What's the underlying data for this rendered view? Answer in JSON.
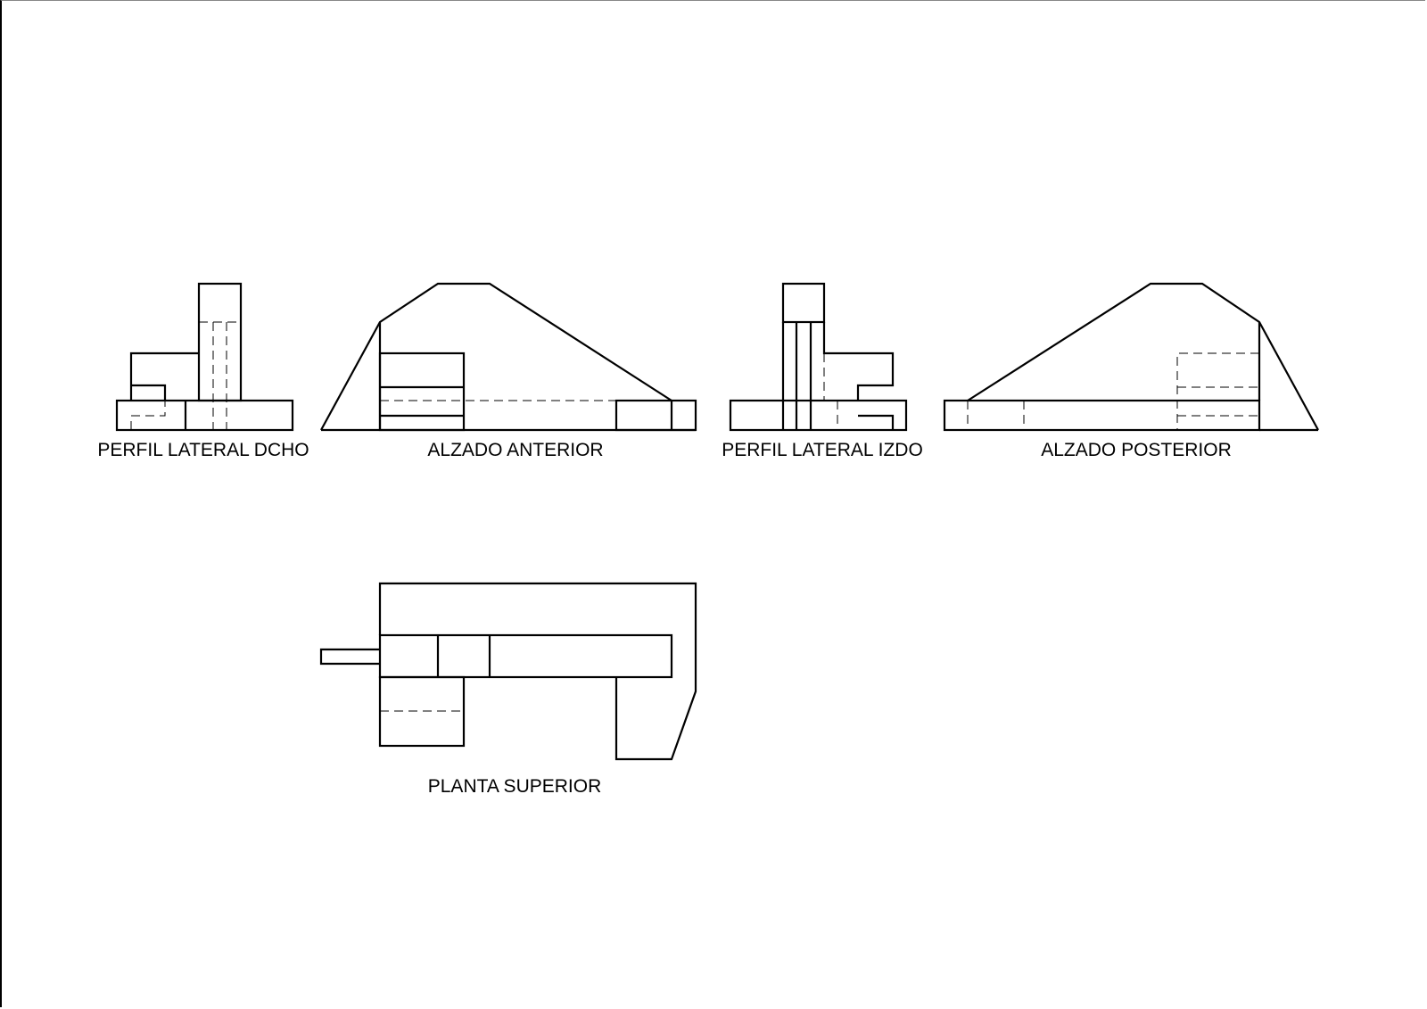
{
  "views": {
    "perfil_dcho": {
      "label": "PERFIL LATERAL DCHO"
    },
    "alzado_anterior": {
      "label": "ALZADO ANTERIOR"
    },
    "perfil_izdo": {
      "label": "PERFIL LATERAL IZDO"
    },
    "alzado_posterior": {
      "label": "ALZADO POSTERIOR"
    },
    "planta_superior": {
      "label": "PLANTA SUPERIOR"
    }
  },
  "colors": {
    "line": "#000000",
    "background": "#ffffff"
  }
}
